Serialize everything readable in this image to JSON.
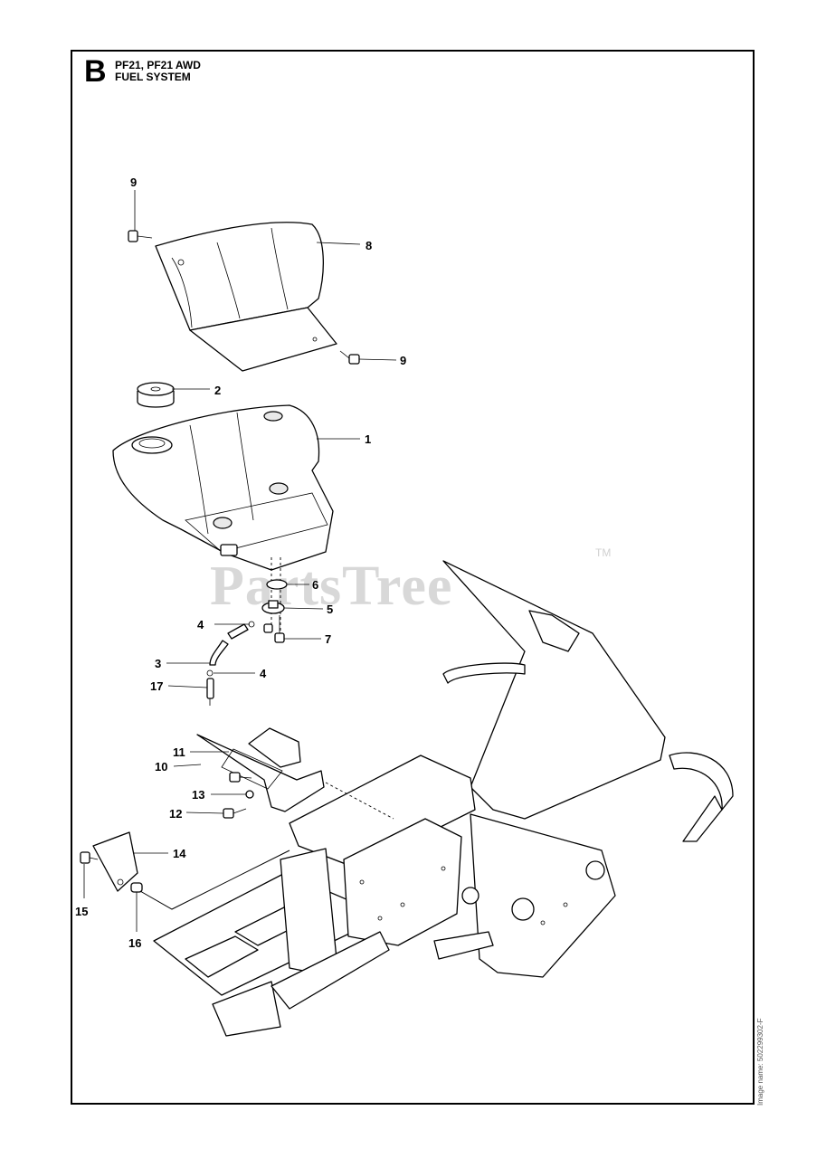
{
  "header": {
    "section": "B",
    "model": "PF21, PF21 AWD",
    "system": "FUEL SYSTEM"
  },
  "watermark": {
    "text": "PartsTree",
    "trademark": "TM"
  },
  "side_note": "Image name: 502299302-F",
  "callouts": [
    {
      "id": "c9a",
      "label": "9",
      "part": "screw"
    },
    {
      "id": "c8",
      "label": "8",
      "part": "tank cover"
    },
    {
      "id": "c9b",
      "label": "9",
      "part": "screw"
    },
    {
      "id": "c2",
      "label": "2",
      "part": "fuel cap"
    },
    {
      "id": "c1",
      "label": "1",
      "part": "fuel tank"
    },
    {
      "id": "c6",
      "label": "6",
      "part": "o-ring"
    },
    {
      "id": "c5",
      "label": "5",
      "part": "outlet fitting"
    },
    {
      "id": "c4a",
      "label": "4",
      "part": "clamp"
    },
    {
      "id": "c7",
      "label": "7",
      "part": "screw"
    },
    {
      "id": "c3",
      "label": "3",
      "part": "fuel hose"
    },
    {
      "id": "c4b",
      "label": "4",
      "part": "clamp"
    },
    {
      "id": "c17",
      "label": "17",
      "part": "fuel filter"
    },
    {
      "id": "c11",
      "label": "11",
      "part": "screw"
    },
    {
      "id": "c10",
      "label": "10",
      "part": "bracket"
    },
    {
      "id": "c13",
      "label": "13",
      "part": "washer"
    },
    {
      "id": "c12",
      "label": "12",
      "part": "screw"
    },
    {
      "id": "c14",
      "label": "14",
      "part": "plate"
    },
    {
      "id": "c15",
      "label": "15",
      "part": "screw"
    },
    {
      "id": "c16",
      "label": "16",
      "part": "nut"
    }
  ]
}
